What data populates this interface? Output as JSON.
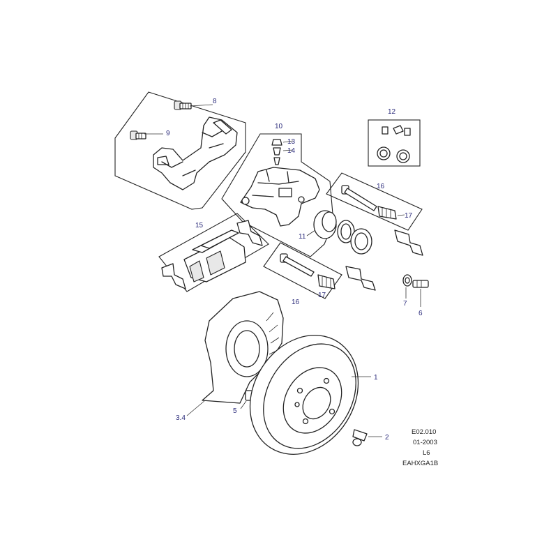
{
  "callouts": {
    "c1": "1",
    "c2": "2",
    "c34": "3.4",
    "c5": "5",
    "c6": "6",
    "c7": "7",
    "c8": "8",
    "c9": "9",
    "c10": "10",
    "c11": "11",
    "c12": "12",
    "c13": "13",
    "c14": "14",
    "c15": "15",
    "c16a": "16",
    "c16b": "16",
    "c17a": "17",
    "c17b": "17"
  },
  "reference": {
    "code": "E02.010",
    "date": "01-2003",
    "model": "L6",
    "id": "EAHXGA1B"
  }
}
